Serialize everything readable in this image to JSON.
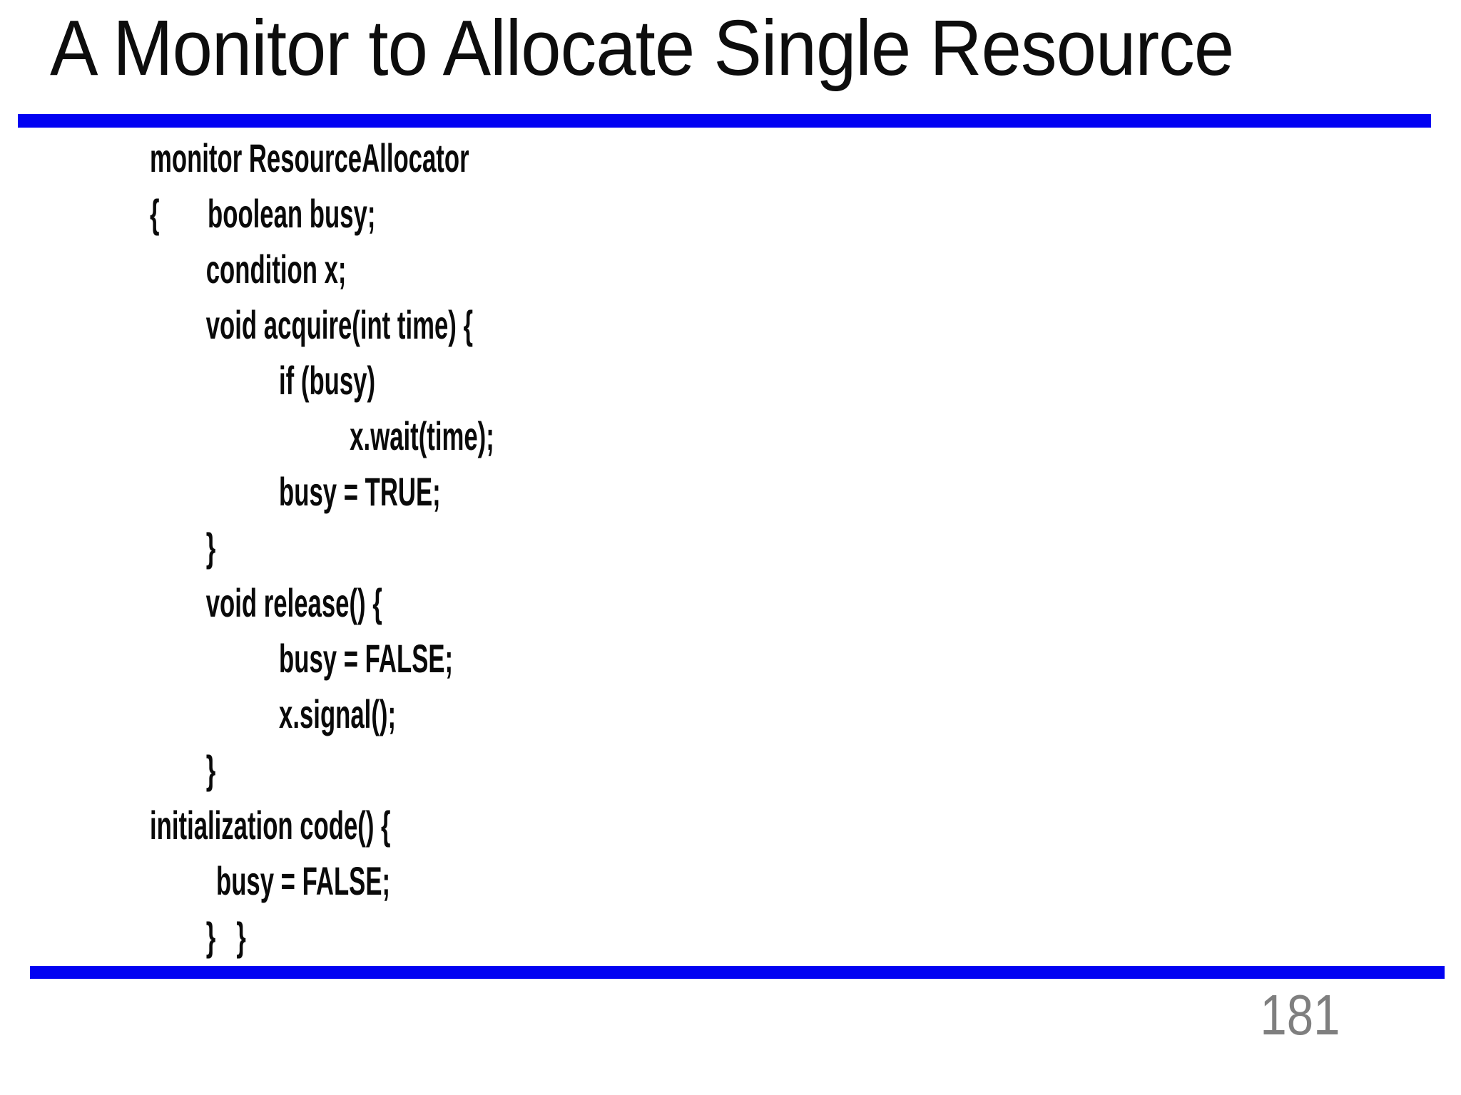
{
  "slide": {
    "title": "A Monitor to Allocate Single Resource",
    "page_number": "181",
    "accent_color": "#0202f2",
    "code": {
      "lines": [
        {
          "text": "monitor ResourceAllocator"
        },
        {
          "text": "{       boolean busy;"
        },
        {
          "text": "condition x;"
        },
        {
          "text": "void acquire(int time) {"
        },
        {
          "text": "if (busy)"
        },
        {
          "text": "x.wait(time);"
        },
        {
          "text": "busy = TRUE;"
        },
        {
          "text": "}"
        },
        {
          "text": "void release() {"
        },
        {
          "text": "busy = FALSE;"
        },
        {
          "text": "x.signal();"
        },
        {
          "text": "}"
        },
        {
          "text": "initialization code() {"
        },
        {
          "text": "busy = FALSE;"
        },
        {
          "text": "}   }"
        }
      ]
    }
  }
}
